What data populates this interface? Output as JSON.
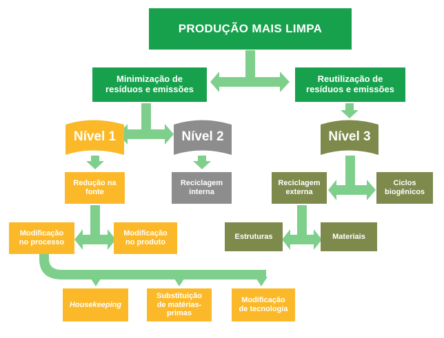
{
  "colors": {
    "green": "#17a14d",
    "connector": "#7fcf8c",
    "orange": "#fbb929",
    "olive": "#7e8a4c",
    "gray": "#8d8d8d"
  },
  "nodes": {
    "root": "PRODUÇÃO MAIS LIMPA",
    "minimizacao": {
      "line1": "Minimização de",
      "line2": "resíduos e emissões"
    },
    "reutilizacao": {
      "line1": "Reutilização de",
      "line2": "resíduos e emissões"
    },
    "nivel1": "Nível 1",
    "nivel2": "Nível 2",
    "nivel3": "Nível 3",
    "reducao": {
      "line1": "Redução na",
      "line2": "fonte"
    },
    "reciclagem_interna": {
      "line1": "Reciclagem",
      "line2": "interna"
    },
    "reciclagem_externa": {
      "line1": "Reciclagem",
      "line2": "externa"
    },
    "ciclos": {
      "line1": "Ciclos",
      "line2": "biogênicos"
    },
    "mod_processo": {
      "line1": "Modificação",
      "line2": "no processo"
    },
    "mod_produto": {
      "line1": "Modificação",
      "line2": "no produto"
    },
    "estruturas": "Estruturas",
    "materiais": "Materiais",
    "housekeeping": "Housekeeping",
    "substituicao": {
      "line1": "Substituição",
      "line2": "de matérias-",
      "line3": "primas"
    },
    "mod_tecnologia": {
      "line1": "Modificação",
      "line2": "de tecnologia"
    }
  }
}
